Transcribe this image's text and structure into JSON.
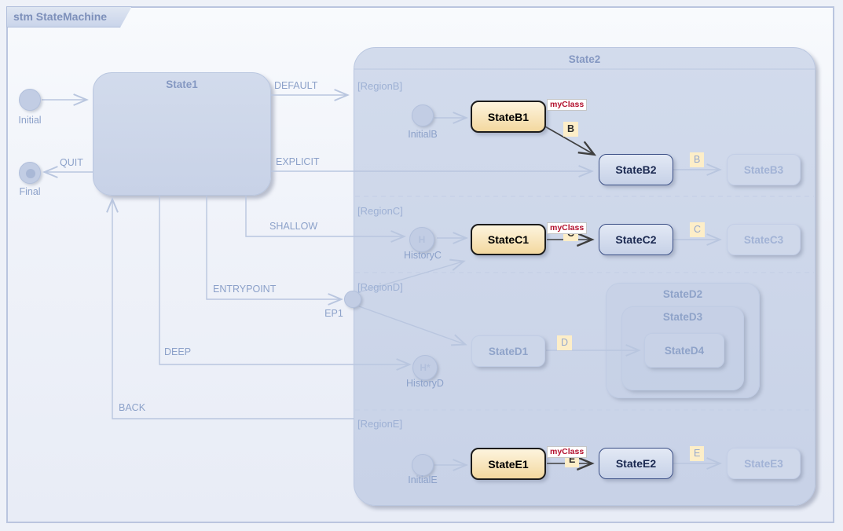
{
  "diagram": {
    "frame_title": "stm StateMachine"
  },
  "colors": {
    "canvas_bg": "#eef1f8",
    "node_fill": "#ccd5e8",
    "node_border": "#bac7e0",
    "faded_text": "#8ca1c9",
    "ghost_text": "#a2b3d6",
    "active_border": "#3a4e85",
    "active_text": "#1a2850",
    "highlight_fill_top": "#fdf4de",
    "highlight_fill_bottom": "#f3d89f",
    "highlight_border": "#1c1c1c",
    "stereotype_color": "#b3112e",
    "trigger_bg": "#fdeec8",
    "line_faded": "#b9c6df",
    "line_dark": "#3f3f3f"
  },
  "nodes": {
    "initial": "Initial",
    "final": "Final",
    "state1": "State1",
    "state2": "State2",
    "ep1": "EP1"
  },
  "transitions": {
    "default": "DEFAULT",
    "explicit": "EXPLICIT",
    "quit": "QUIT",
    "shallow": "SHALLOW",
    "entrypoint": "ENTRYPOINT",
    "deep": "DEEP",
    "back": "BACK"
  },
  "stereotype": "myClass",
  "regions": {
    "b": {
      "label": "[RegionB]",
      "initial": "InitialB",
      "s1": "StateB1",
      "s2": "StateB2",
      "s3": "StateB3",
      "trigger": "B"
    },
    "c": {
      "label": "[RegionC]",
      "history": "HistoryC",
      "history_glyph": "H",
      "s1": "StateC1",
      "s2": "StateC2",
      "s3": "StateC3",
      "trigger": "C"
    },
    "d": {
      "label": "[RegionD]",
      "history": "HistoryD",
      "history_glyph": "H*",
      "s1": "StateD1",
      "s2": "StateD2",
      "s3": "StateD3",
      "s4": "StateD4",
      "trigger": "D"
    },
    "e": {
      "label": "[RegionE]",
      "initial": "InitialE",
      "s1": "StateE1",
      "s2": "StateE2",
      "s3": "StateE3",
      "trigger": "E"
    }
  }
}
